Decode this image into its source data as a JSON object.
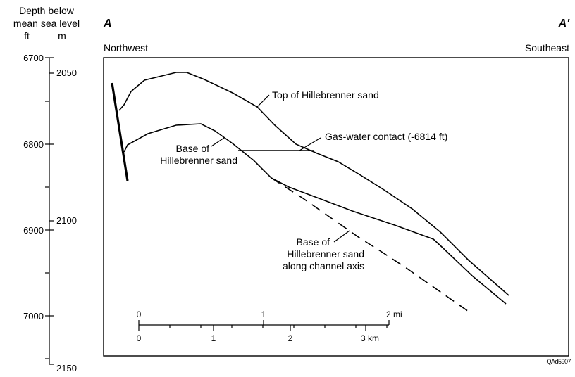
{
  "depth_axis": {
    "title_line1": "Depth below",
    "title_line2": "mean sea level",
    "unit_ft": "ft",
    "unit_m": "m",
    "ft_labels": [
      "6700",
      "6800",
      "6900",
      "7000"
    ],
    "m_labels": [
      "2050",
      "2100",
      "2150"
    ]
  },
  "section": {
    "start_letter": "A",
    "end_letter": "A'",
    "start_direction": "Northwest",
    "end_direction": "Southeast"
  },
  "labels": {
    "top_sand": "Top of Hillebrenner sand",
    "gas_water": "Gas-water contact (-6814 ft)",
    "base_line1": "Base of",
    "base_line2": "Hillebrenner sand",
    "channel_line1": "Base of",
    "channel_line2": "Hillebrenner sand",
    "channel_line3": "along channel axis"
  },
  "scale": {
    "mi_labels": [
      "0",
      "1",
      "2 mi"
    ],
    "km_labels": [
      "0",
      "1",
      "2",
      "3 km"
    ]
  },
  "figure_id": "QAd5907"
}
